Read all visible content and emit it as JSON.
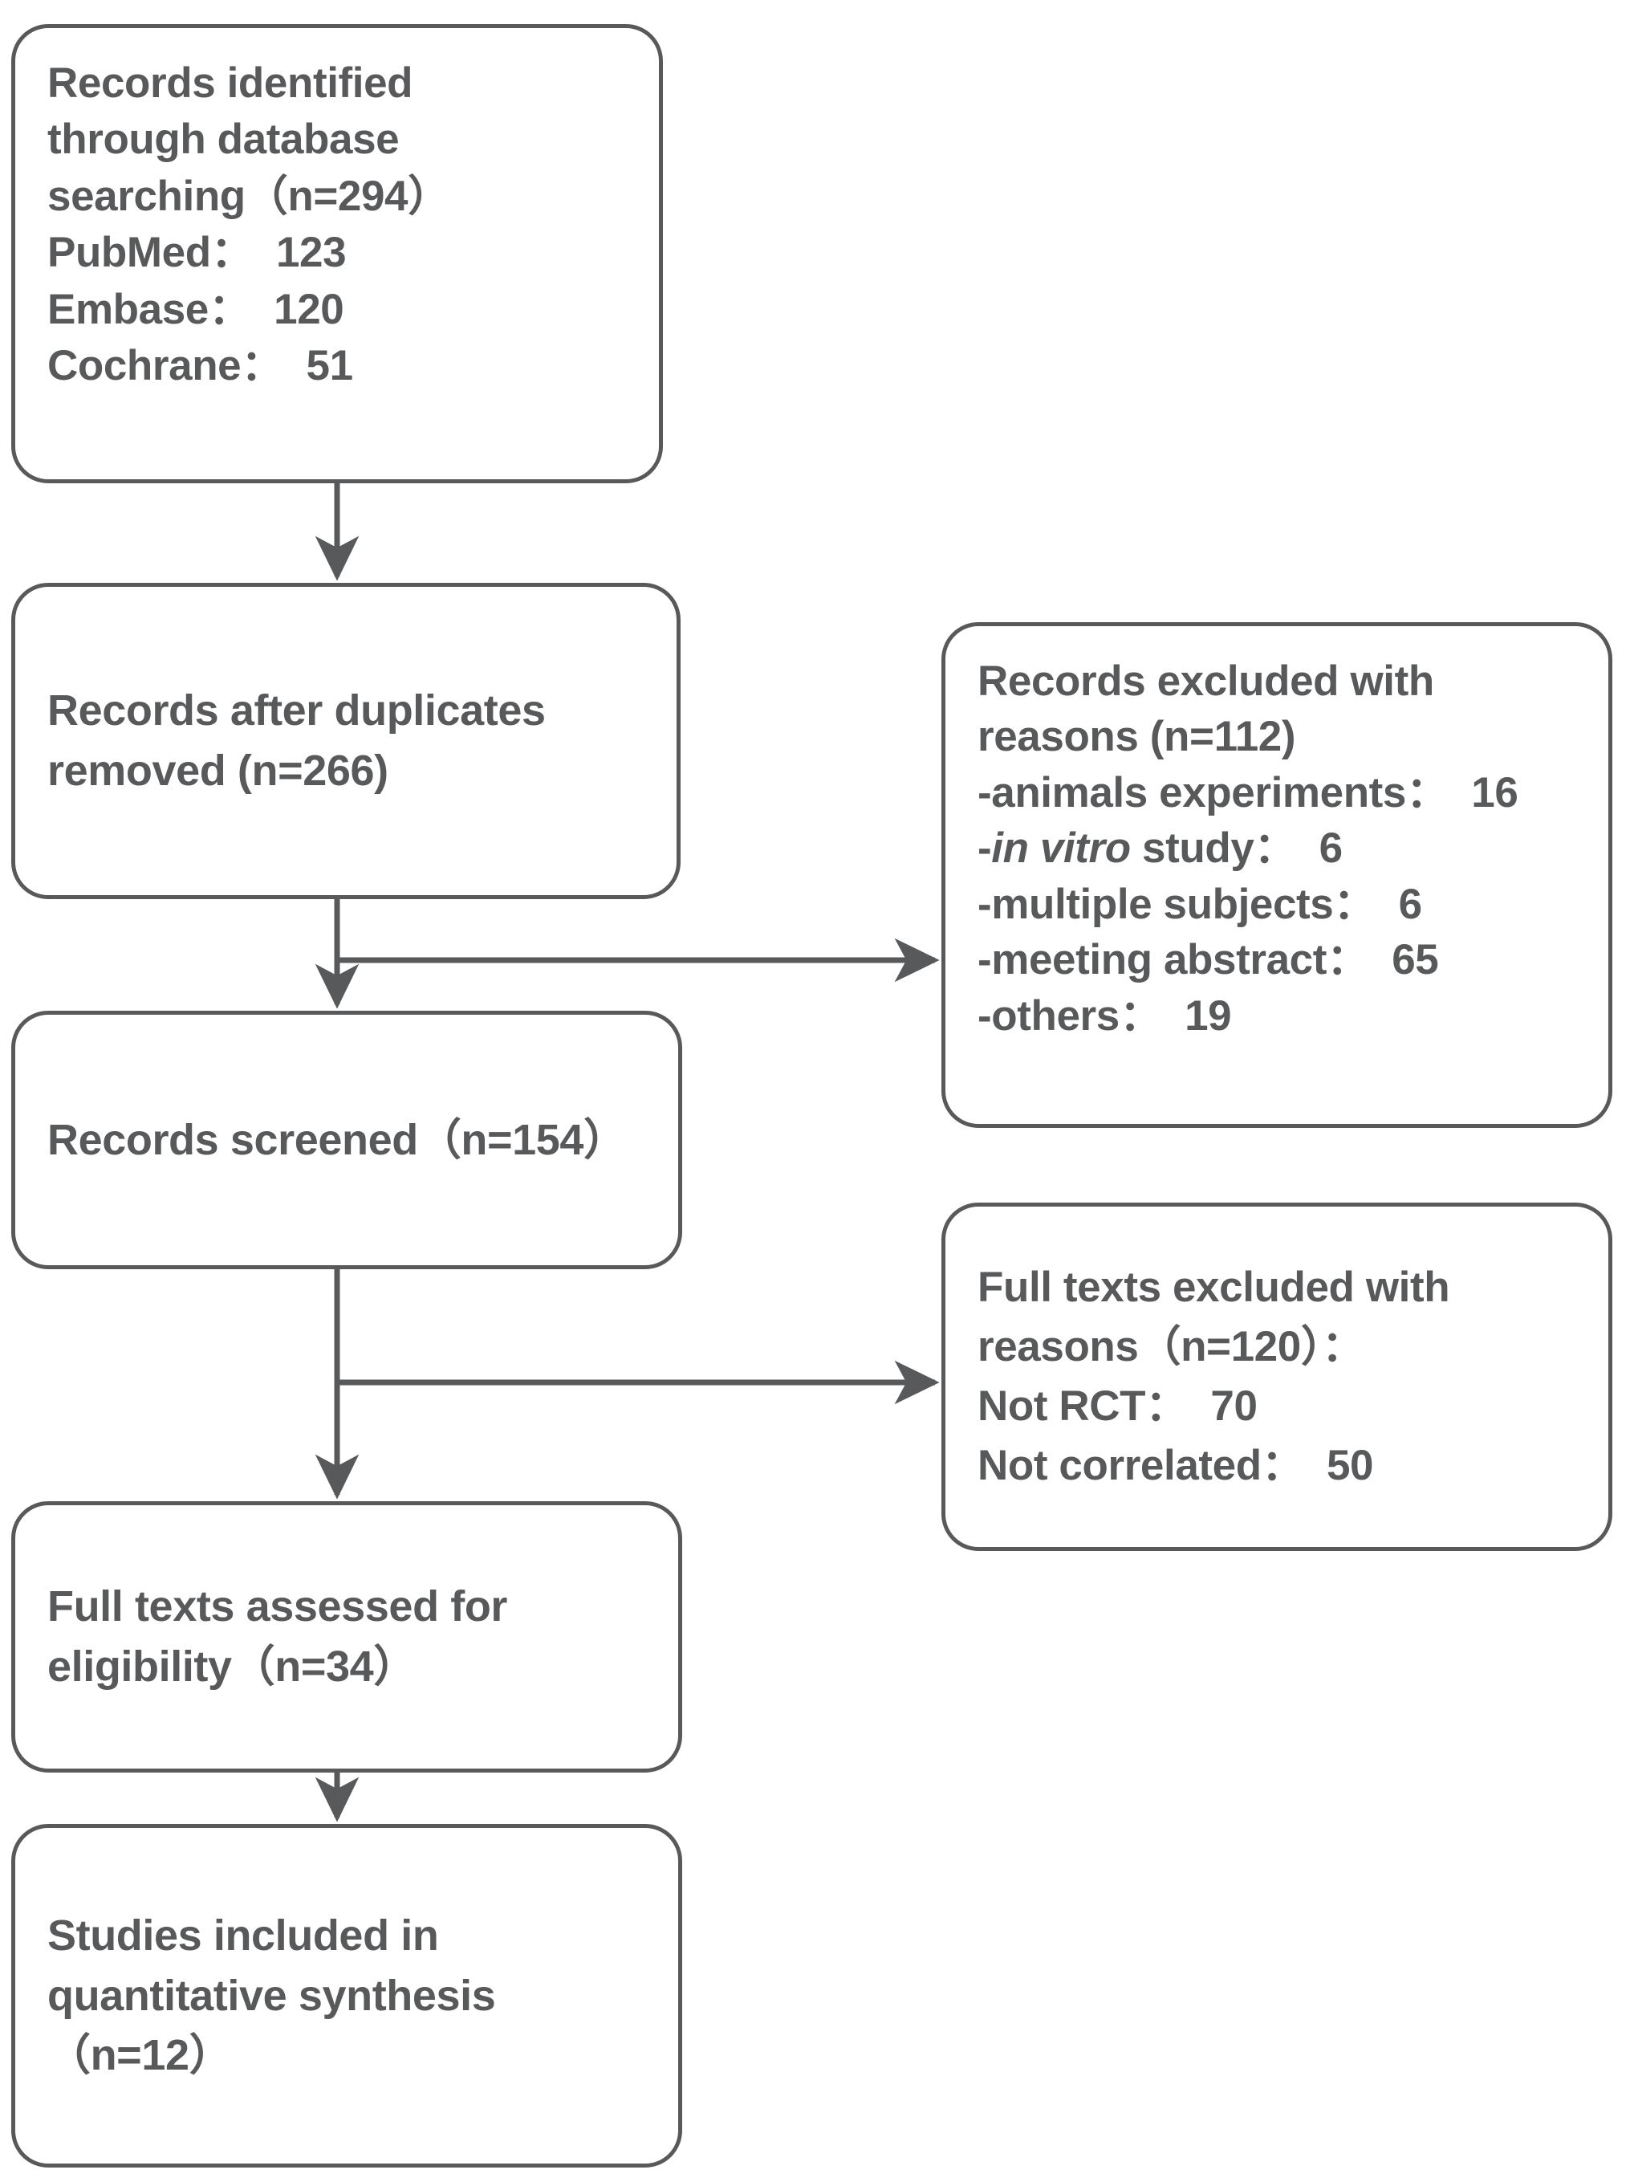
{
  "diagram": {
    "title": "PRISMA study selection flow diagram",
    "stroke_color": "#58595b",
    "text_color": "#58595b",
    "background": "#ffffff"
  },
  "nodes": {
    "identified": {
      "name": "records-identified",
      "lines": [
        "Records identified",
        "through database",
        "searching（n=294）",
        "PubMed：  123",
        "Embase：  120",
        "Cochrane：  51"
      ]
    },
    "duplicates": {
      "name": "records-after-duplicates-removed",
      "lines": [
        "Records after duplicates",
        "removed (n=266)"
      ]
    },
    "screened": {
      "name": "records-screened",
      "lines": [
        "Records screened（n=154）"
      ]
    },
    "fulltext_assessed": {
      "name": "full-texts-assessed",
      "lines": [
        "Full texts assessed for",
        "eligibility（n=34）"
      ]
    },
    "included": {
      "name": "studies-included",
      "lines": [
        "Studies included in",
        "quantitative synthesis",
        "（n=12）"
      ]
    },
    "records_excluded": {
      "name": "records-excluded-with-reasons",
      "lines": [
        "Records excluded with",
        "reasons (n=112)",
        "-animals experiments：  16",
        "-multiple subjects：  6",
        "-meeting abstract：  65",
        "-others：  19"
      ],
      "italic_line_prefix": "-",
      "italic_line_italic": "in vitro",
      "italic_line_suffix": " study：  6"
    },
    "fulltext_excluded": {
      "name": "full-texts-excluded-with-reasons",
      "lines": [
        "Full texts excluded with",
        "reasons（n=120）：",
        "Not RCT：  70",
        "Not correlated：  50"
      ]
    }
  },
  "connectors": [
    {
      "name": "identified-to-duplicates",
      "type": "vertical-arrow"
    },
    {
      "name": "duplicates-to-screened",
      "type": "vertical-arrow"
    },
    {
      "name": "screened-to-records-excluded",
      "type": "horizontal-arrow"
    },
    {
      "name": "screened-to-fulltext",
      "type": "vertical-arrow"
    },
    {
      "name": "fulltext-to-fulltext-excluded",
      "type": "horizontal-arrow"
    },
    {
      "name": "fulltext-to-included",
      "type": "vertical-arrow"
    }
  ]
}
